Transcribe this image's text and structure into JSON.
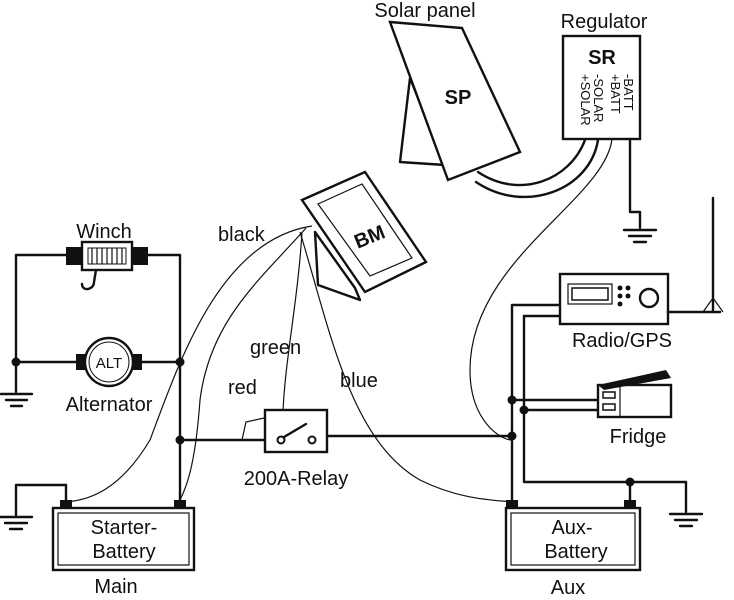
{
  "components": {
    "solar_panel": {
      "label": "Solar panel",
      "code": "SP"
    },
    "regulator": {
      "label": "Regulator",
      "code": "SR",
      "terminals": [
        "+SOLAR",
        "-SOLAR",
        "+BATT",
        "-BATT"
      ]
    },
    "battery_monitor": {
      "code": "BM"
    },
    "winch": {
      "label": "Winch"
    },
    "alternator": {
      "label": "Alternator",
      "code": "ALT"
    },
    "relay": {
      "label": "200A-Relay"
    },
    "radio": {
      "label": "Radio/GPS"
    },
    "fridge": {
      "label": "Fridge"
    },
    "starter_battery": {
      "line1": "Starter-",
      "line2": "Battery",
      "caption": "Main"
    },
    "aux_battery": {
      "line1": "Aux-",
      "line2": "Battery",
      "caption": "Aux"
    }
  },
  "wire_labels": {
    "black": "black",
    "green": "green",
    "red": "red",
    "blue": "blue"
  }
}
